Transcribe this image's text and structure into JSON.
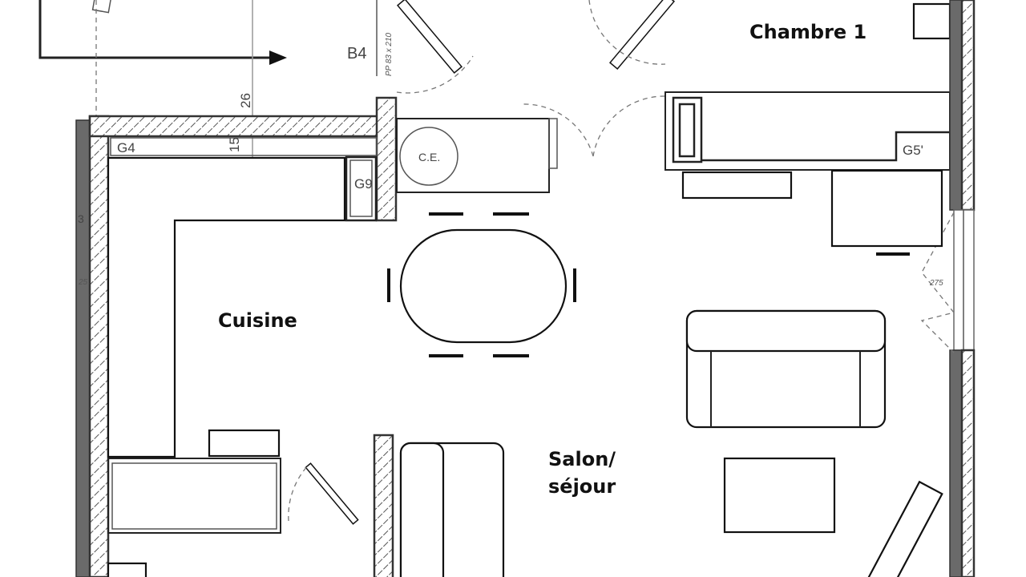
{
  "rooms": {
    "bedroom": "Chambre 1",
    "kitchen": "Cuisine",
    "living_line1": "Salon/",
    "living_line2": "séjour"
  },
  "annotations": {
    "b4": "B4",
    "door_spec": "PP 83 x 210",
    "dim_26": "26",
    "dim_15": "15",
    "g4": "G4",
    "g9": "G9",
    "ce": "C.E.",
    "g5": "G5'",
    "dim_275": "275",
    "dim_3": "3",
    "dim_25": "25"
  }
}
